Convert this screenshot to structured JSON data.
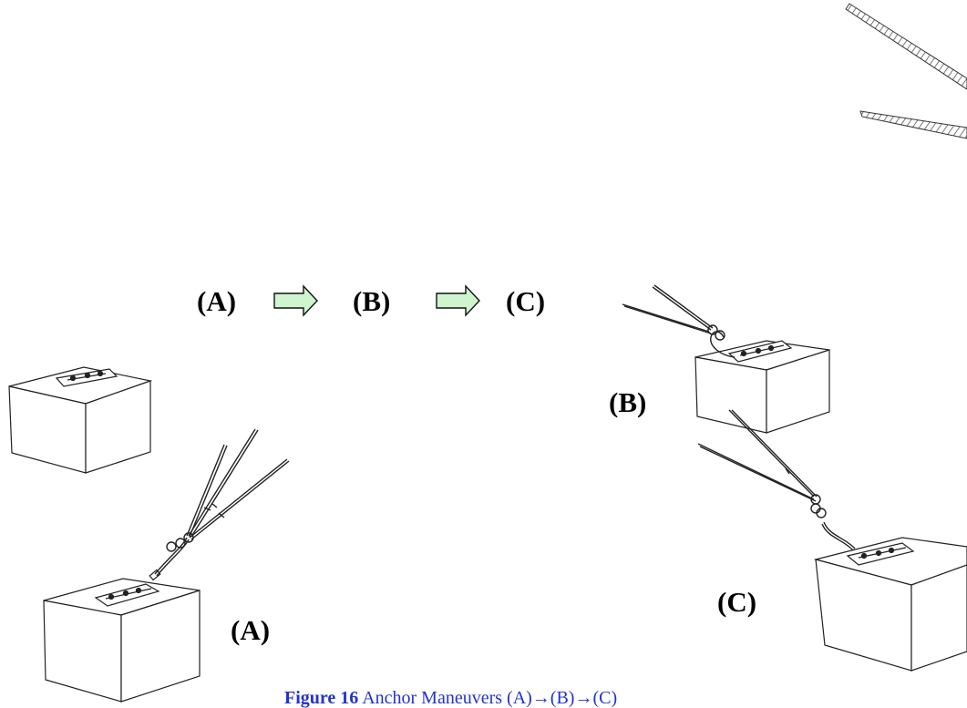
{
  "sequence": {
    "step_a": "(A)",
    "step_b": "(B)",
    "step_c": "(C)"
  },
  "callouts": {
    "a": "(A)",
    "b": "(B)",
    "c": "(C)"
  },
  "caption": {
    "number": "Figure 16",
    "text": "Anchor Maneuvers (A)→(B)→(C)"
  },
  "colors": {
    "arrow_fill": "#cff5cf",
    "caption": "#2233cc",
    "line": "#222222"
  }
}
